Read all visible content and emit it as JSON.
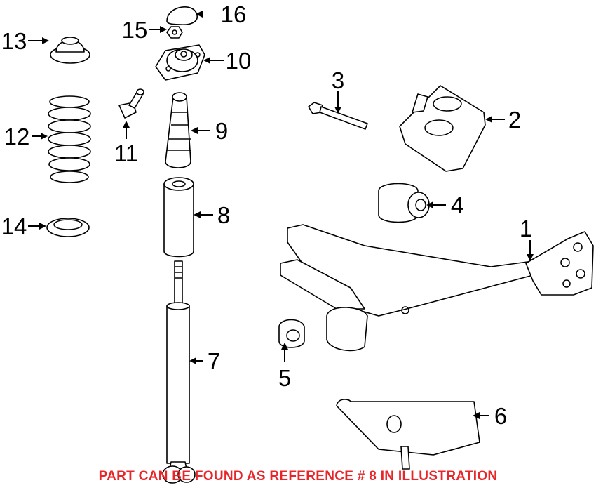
{
  "callouts": [
    "1",
    "2",
    "3",
    "4",
    "5",
    "6",
    "7",
    "8",
    "9",
    "10",
    "11",
    "12",
    "13",
    "14",
    "15",
    "16"
  ],
  "note": "PART CAN BE FOUND AS REFERENCE # 8 IN ILLUSTRATION",
  "note_color": "#e8262a"
}
